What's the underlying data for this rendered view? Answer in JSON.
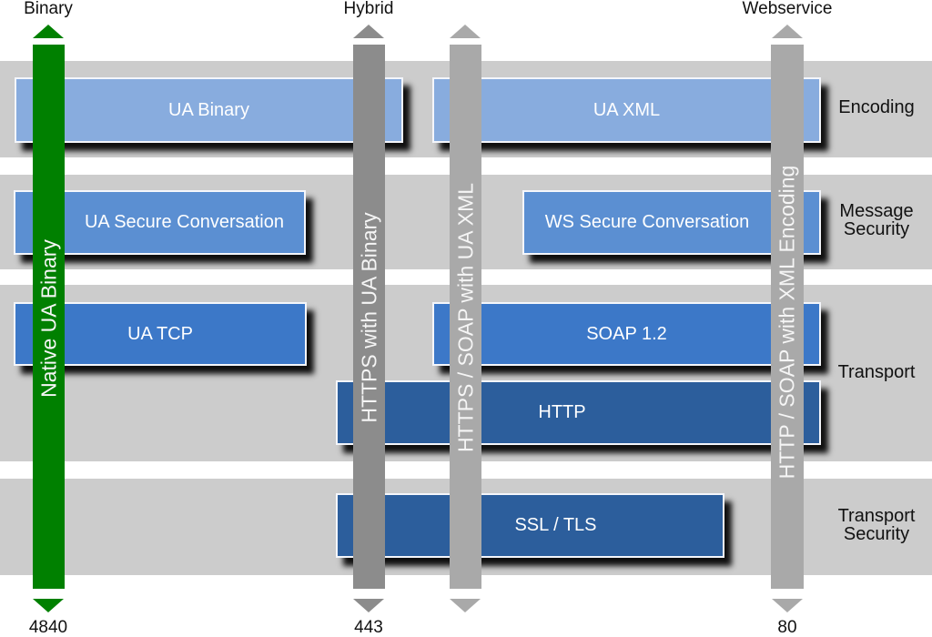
{
  "colors": {
    "band": "#cccccc",
    "encoding_box": "#88acde",
    "message_security_box": "#5b8fd2",
    "transport_box": "#3c78c8",
    "lower_transport_box": "#2c5e9c",
    "native_column": "#008000",
    "hybrid_column": "#8c8c8c",
    "webservice_column": "#a9a9a9"
  },
  "header": {
    "binary": "Binary",
    "hybrid": "Hybrid",
    "webservice": "Webservice"
  },
  "ports": {
    "binary": "4840",
    "hybrid": "443",
    "webservice": "80"
  },
  "layers": {
    "encoding": [
      "Encoding"
    ],
    "message_security": [
      "Message",
      "Security"
    ],
    "transport": [
      "Transport"
    ],
    "transport_security": [
      "Transport",
      "Security"
    ]
  },
  "boxes": {
    "ua_binary": "UA Binary",
    "ua_xml": "UA XML",
    "ua_secure_conversation": "UA Secure Conversation",
    "ws_secure_conversation": "WS Secure Conversation",
    "ua_tcp": "UA TCP",
    "soap": "SOAP 1.2",
    "http": "HTTP",
    "ssl_tls": "SSL / TLS"
  },
  "columns": {
    "native": "Native UA Binary",
    "https_ua_binary": "HTTPS with UA Binary",
    "https_soap_ua_xml": "HTTPS / SOAP with UA XML",
    "http_soap_xml": "HTTP / SOAP with XML Encoding"
  }
}
